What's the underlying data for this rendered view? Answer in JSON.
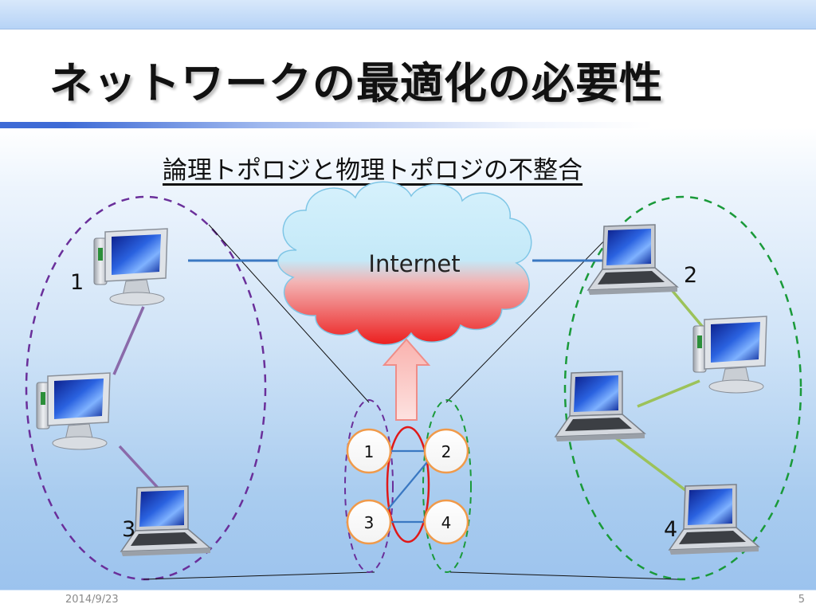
{
  "slide": {
    "title": "ネットワークの最適化の必要性",
    "subtitle": "論理トポロジと物理トポロジの不整合",
    "footer_date": "2014/9/23",
    "page_number": "5"
  },
  "diagram": {
    "cloud_label": "Internet",
    "hosts": [
      {
        "label": "1",
        "type": "desktop",
        "group": "left"
      },
      {
        "label": "2",
        "type": "laptop",
        "group": "right"
      },
      {
        "label": "3",
        "type": "laptop",
        "group": "left"
      },
      {
        "label": "4",
        "type": "laptop",
        "group": "right"
      }
    ],
    "logical_nodes": [
      "1",
      "2",
      "3",
      "4"
    ],
    "colors": {
      "left_group": "#6a2f9a",
      "right_group": "#1a9a3a",
      "cloud_top": "#c9ecfb",
      "cloud_bottom": "#ee2a2a",
      "arrow": "#f6a3a0",
      "node_border": "#f09a4a",
      "highlight_ring": "#e01818",
      "link_blue": "#3a78c2",
      "link_purple": "#8a6aaa",
      "link_green": "#9cc25a"
    }
  }
}
